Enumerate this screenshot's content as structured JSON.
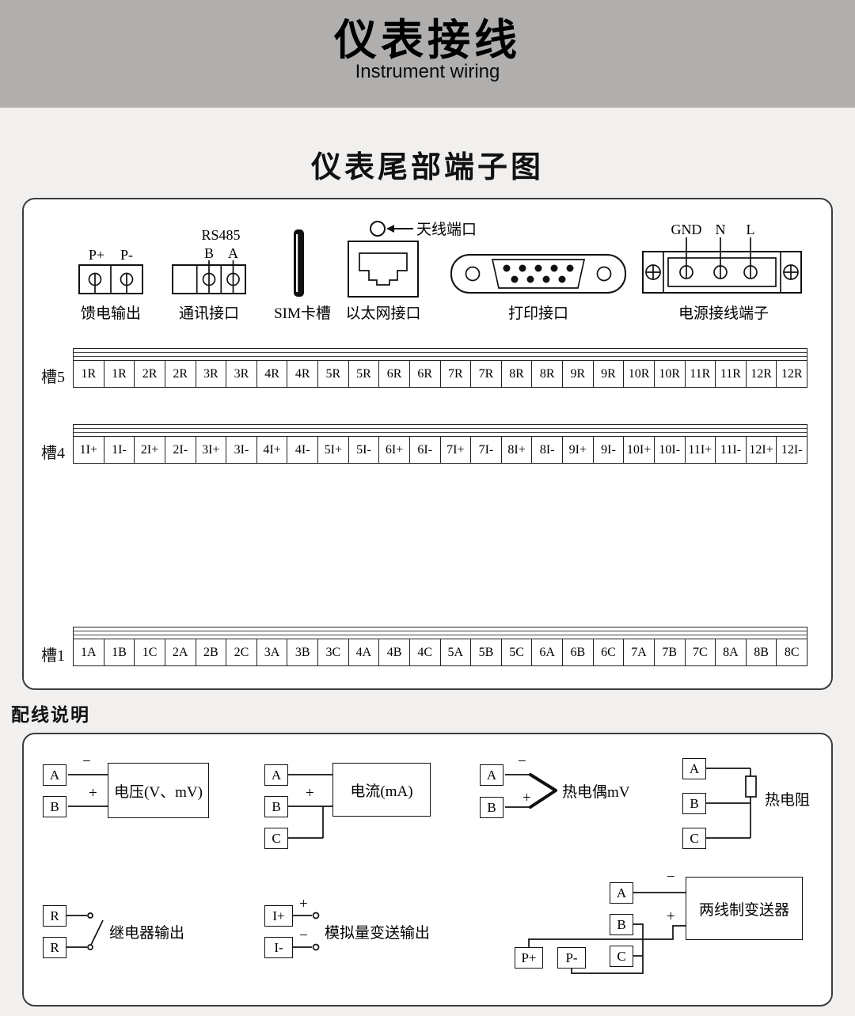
{
  "header": {
    "title": "仪表接线",
    "subtitle": "Instrument wiring"
  },
  "terminal_diagram": {
    "title": "仪表尾部端子图",
    "connectors": {
      "feed": {
        "label": "馈电输出",
        "pin_plus": "P+",
        "pin_minus": "P-"
      },
      "comm": {
        "label": "通讯接口",
        "protocol": "RS485",
        "pin_b": "B",
        "pin_a": "A"
      },
      "sim": {
        "label": "SIM卡槽"
      },
      "ethernet": {
        "label": "以太网接口",
        "antenna_label": "天线端口"
      },
      "printer": {
        "label": "打印接口"
      },
      "power": {
        "label": "电源接线端子",
        "pin_gnd": "GND",
        "pin_n": "N",
        "pin_l": "L"
      }
    },
    "slots": {
      "slot5": {
        "label": "槽5",
        "cells": [
          "1R",
          "1R",
          "2R",
          "2R",
          "3R",
          "3R",
          "4R",
          "4R",
          "5R",
          "5R",
          "6R",
          "6R",
          "7R",
          "7R",
          "8R",
          "8R",
          "9R",
          "9R",
          "10R",
          "10R",
          "11R",
          "11R",
          "12R",
          "12R"
        ]
      },
      "slot4": {
        "label": "槽4",
        "cells": [
          "1I+",
          "1I-",
          "2I+",
          "2I-",
          "3I+",
          "3I-",
          "4I+",
          "4I-",
          "5I+",
          "5I-",
          "6I+",
          "6I-",
          "7I+",
          "7I-",
          "8I+",
          "8I-",
          "9I+",
          "9I-",
          "10I+",
          "10I-",
          "11I+",
          "11I-",
          "12I+",
          "12I-"
        ]
      },
      "slot1": {
        "label": "槽1",
        "cells": [
          "1A",
          "1B",
          "1C",
          "2A",
          "2B",
          "2C",
          "3A",
          "3B",
          "3C",
          "4A",
          "4B",
          "4C",
          "5A",
          "5B",
          "5C",
          "6A",
          "6B",
          "6C",
          "7A",
          "7B",
          "7C",
          "8A",
          "8B",
          "8C"
        ]
      }
    }
  },
  "wiring": {
    "section_label": "配线说明",
    "voltage": {
      "terminal_a": "A",
      "terminal_b": "B",
      "minus": "−",
      "plus": "+",
      "label": "电压(V、mV)"
    },
    "current": {
      "terminal_a": "A",
      "terminal_b": "B",
      "terminal_c": "C",
      "plus": "+",
      "label": "电流(mA)"
    },
    "thermocouple": {
      "terminal_a": "A",
      "terminal_b": "B",
      "minus": "−",
      "plus": "+",
      "label": "热电偶mV"
    },
    "rtd": {
      "terminal_a": "A",
      "terminal_b": "B",
      "terminal_c": "C",
      "label": "热电阻"
    },
    "relay": {
      "terminal_1": "R",
      "terminal_2": "R",
      "label": "继电器输出"
    },
    "analog": {
      "terminal_plus": "I+",
      "terminal_minus": "I-",
      "plus": "+",
      "minus": "−",
      "label": "模拟量变送输出"
    },
    "transmitter": {
      "terminal_pplus": "P+",
      "terminal_pminus": "P-",
      "terminal_a": "A",
      "terminal_b": "B",
      "terminal_c": "C",
      "minus": "−",
      "plus": "+",
      "label": "两线制变送器"
    }
  }
}
